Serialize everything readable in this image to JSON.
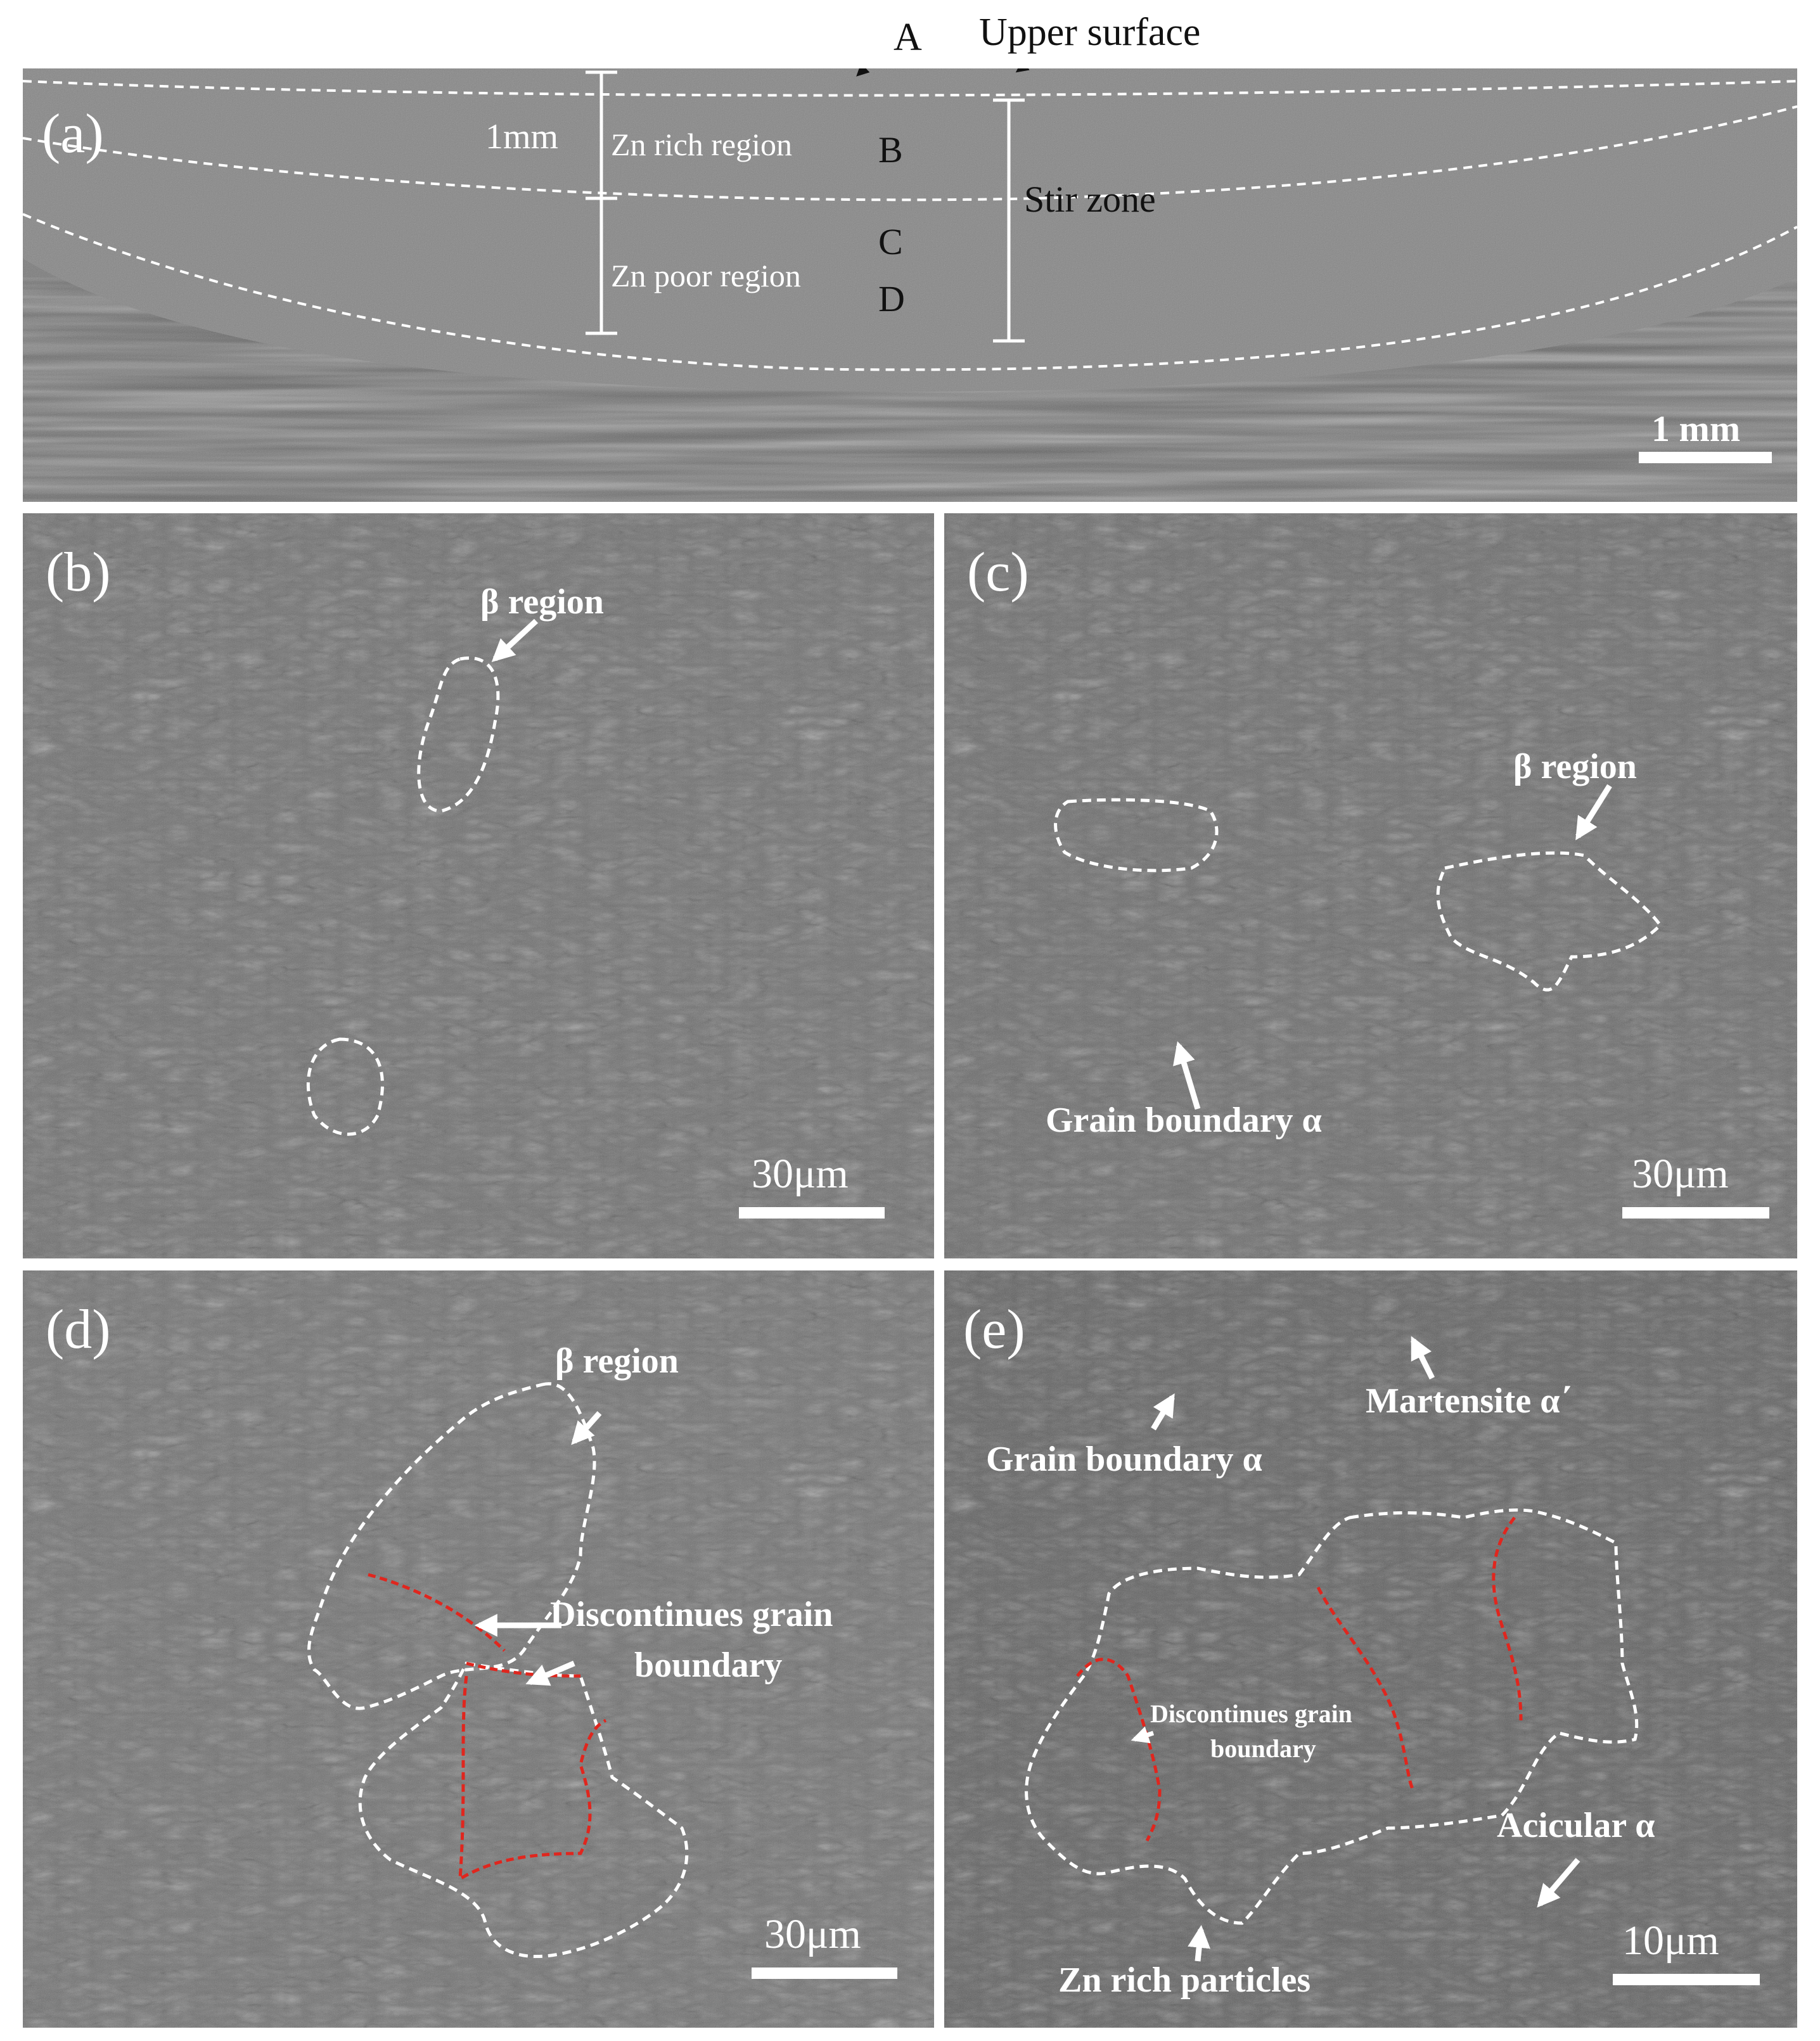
{
  "panels": {
    "a": {
      "label": "(a)",
      "labels": {
        "A": "A",
        "upper_surface": "Upper surface",
        "one_mm": "1mm",
        "zn_rich": "Zn rich region",
        "B": "B",
        "stir_zone": "Stir zone",
        "C": "C",
        "zn_poor": "Zn poor region",
        "D": "D"
      },
      "scale_bar": "1 mm"
    },
    "b": {
      "label": "(b)",
      "annotations": [
        "β region"
      ],
      "scale_bar": "30μm"
    },
    "c": {
      "label": "(c)",
      "annotations": [
        "β region",
        "Grain boundary α"
      ],
      "scale_bar": "30μm"
    },
    "d": {
      "label": "(d)",
      "annotations": [
        "β region",
        "Discontinues  grain",
        "boundary"
      ],
      "scale_bar": "30μm"
    },
    "e": {
      "label": "(e)",
      "annotations": [
        "Martensite α΄",
        "Grain boundary α",
        "Discontinues  grain",
        "boundary",
        "Acicular α",
        "Zn rich particles"
      ],
      "scale_bar": "10μm"
    }
  },
  "colors": {
    "boundary_white": "#ffffff",
    "boundary_red": "#e0261e",
    "sem_gray": "#6f6f6f"
  }
}
